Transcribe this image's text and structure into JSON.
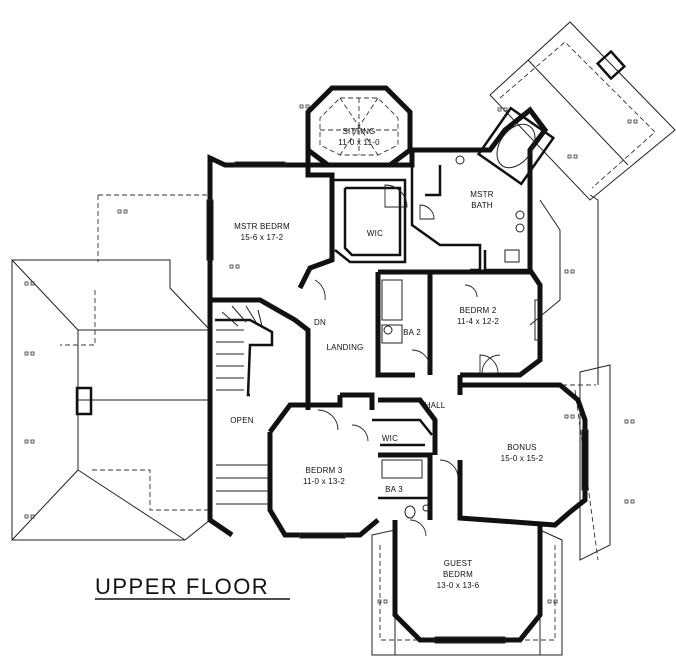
{
  "plan": {
    "title": "UPPER FLOOR",
    "rooms": {
      "sitting": {
        "name": "SITTING",
        "size": "11-0 x 11-0"
      },
      "mstr_bedrm": {
        "name": "MSTR BEDRM",
        "size": "15-6 x 17-2"
      },
      "wic_master": {
        "name": "WIC"
      },
      "mstr_bath": {
        "name1": "MSTR",
        "name2": "BATH"
      },
      "bedrm2": {
        "name": "BEDRM 2",
        "size": "11-4 x 12-2"
      },
      "ba2": {
        "name": "BA 2"
      },
      "landing": {
        "name": "LANDING"
      },
      "dn": {
        "name": "DN"
      },
      "hall": {
        "name": "HALL"
      },
      "open": {
        "name": "OPEN"
      },
      "wic_hall": {
        "name": "WIC"
      },
      "bedrm3": {
        "name": "BEDRM 3",
        "size": "11-0 x 13-2"
      },
      "bonus": {
        "name": "BONUS",
        "size": "15-0 x 15-2"
      },
      "ba3": {
        "name": "BA 3"
      },
      "guest": {
        "name1": "GUEST",
        "name2": "BEDRM",
        "size": "13-0 x 13-6"
      }
    }
  }
}
